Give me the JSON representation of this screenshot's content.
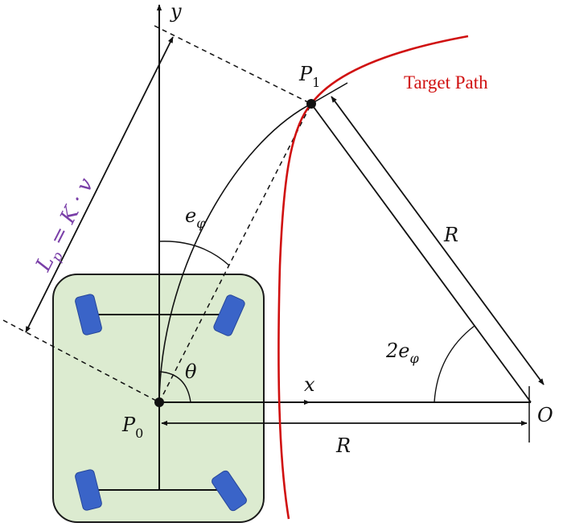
{
  "labels": {
    "y_axis": "y",
    "x_axis": "x",
    "p1_base": "P",
    "p1_sub": "1",
    "p0_base": "P",
    "p0_sub": "0",
    "target_path": "Target Path",
    "radius_diag": "R",
    "radius_horiz": "R",
    "origin": "O",
    "e_phi_base": "e",
    "e_phi_sub": "φ",
    "two_e_phi_base": "2e",
    "two_e_phi_sub": "φ",
    "theta": "θ",
    "lp_base": "L",
    "lp_sub": "p",
    "lp_rest": " = K · v"
  },
  "colors": {
    "vehicle_fill": "#dcebd0",
    "vehicle_stroke": "#1a1a1a",
    "wheel_fill": "#3a64c8",
    "target_path": "#d01010",
    "lp_label": "#7a3fa8"
  }
}
